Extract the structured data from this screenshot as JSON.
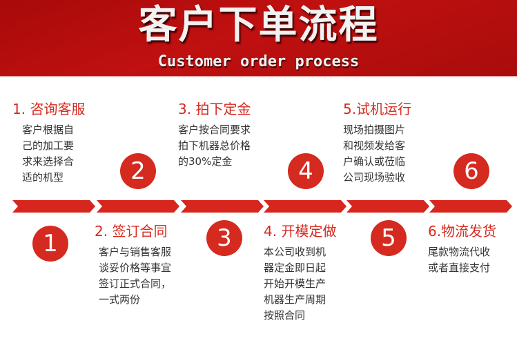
{
  "header": {
    "title": "客户下单流程",
    "subtitle": "Customer order process"
  },
  "steps": [
    {
      "num": "1",
      "title": "1. 咨询客服",
      "lines": [
        "客户根据自",
        "己的加工要",
        "求来选择合",
        "适的机型"
      ]
    },
    {
      "num": "2",
      "title": "2. 签订合同",
      "lines": [
        "客户与销售客服",
        "谈妥价格等事宜",
        "签订正式合同，",
        "一式两份"
      ]
    },
    {
      "num": "3",
      "title": "3. 拍下定金",
      "lines": [
        "客户按合同要求",
        "拍下机器总价格",
        "的30%定金"
      ]
    },
    {
      "num": "4",
      "title": "4. 开模定做",
      "lines": [
        "本公司收到机",
        "器定金即日起",
        "开始开模生产",
        "机器生产周期",
        "按照合同"
      ]
    },
    {
      "num": "5",
      "title": "5.试机运行",
      "lines": [
        "现场拍摄图片",
        "和视频发给客",
        "户确认或莅临",
        "公司现场验收"
      ]
    },
    {
      "num": "6",
      "title": "6.物流发货",
      "lines": [
        "尾款物流代收",
        "或者直接支付"
      ]
    }
  ],
  "colors": {
    "accent": "#d52a1f",
    "header": "#b00e0e"
  }
}
